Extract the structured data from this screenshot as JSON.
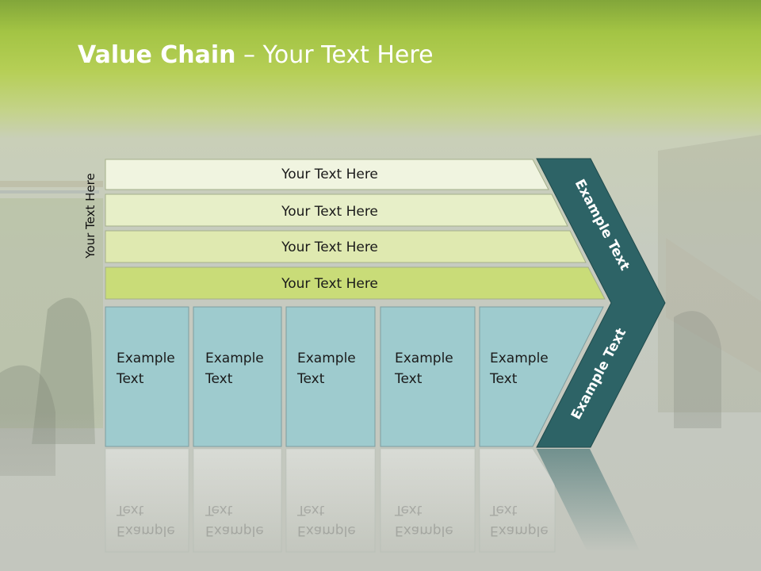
{
  "slide": {
    "title_bold": "Value Chain",
    "title_rest": " – Your Text Here",
    "vertical_label": "Your Text Here",
    "rows": [
      {
        "label": "Your Text Here"
      },
      {
        "label": "Your Text Here"
      },
      {
        "label": "Your Text Here"
      },
      {
        "label": "Your Text Here"
      }
    ],
    "columns": [
      {
        "label": "Example\nText"
      },
      {
        "label": "Example\nText"
      },
      {
        "label": "Example\nText"
      },
      {
        "label": "Example\nText"
      },
      {
        "label": "Example\nText"
      }
    ],
    "chevron": {
      "upper_label": "Example Text",
      "lower_label": "Example Text"
    }
  },
  "colors": {
    "header_green": "#a3c444",
    "row_1": "#f0f4e0",
    "row_2": "#e7efc8",
    "row_3": "#dfe9b0",
    "row_4": "#c9dc78",
    "column_fill": "#9ecbce",
    "chevron_fill": "#2d6366"
  }
}
